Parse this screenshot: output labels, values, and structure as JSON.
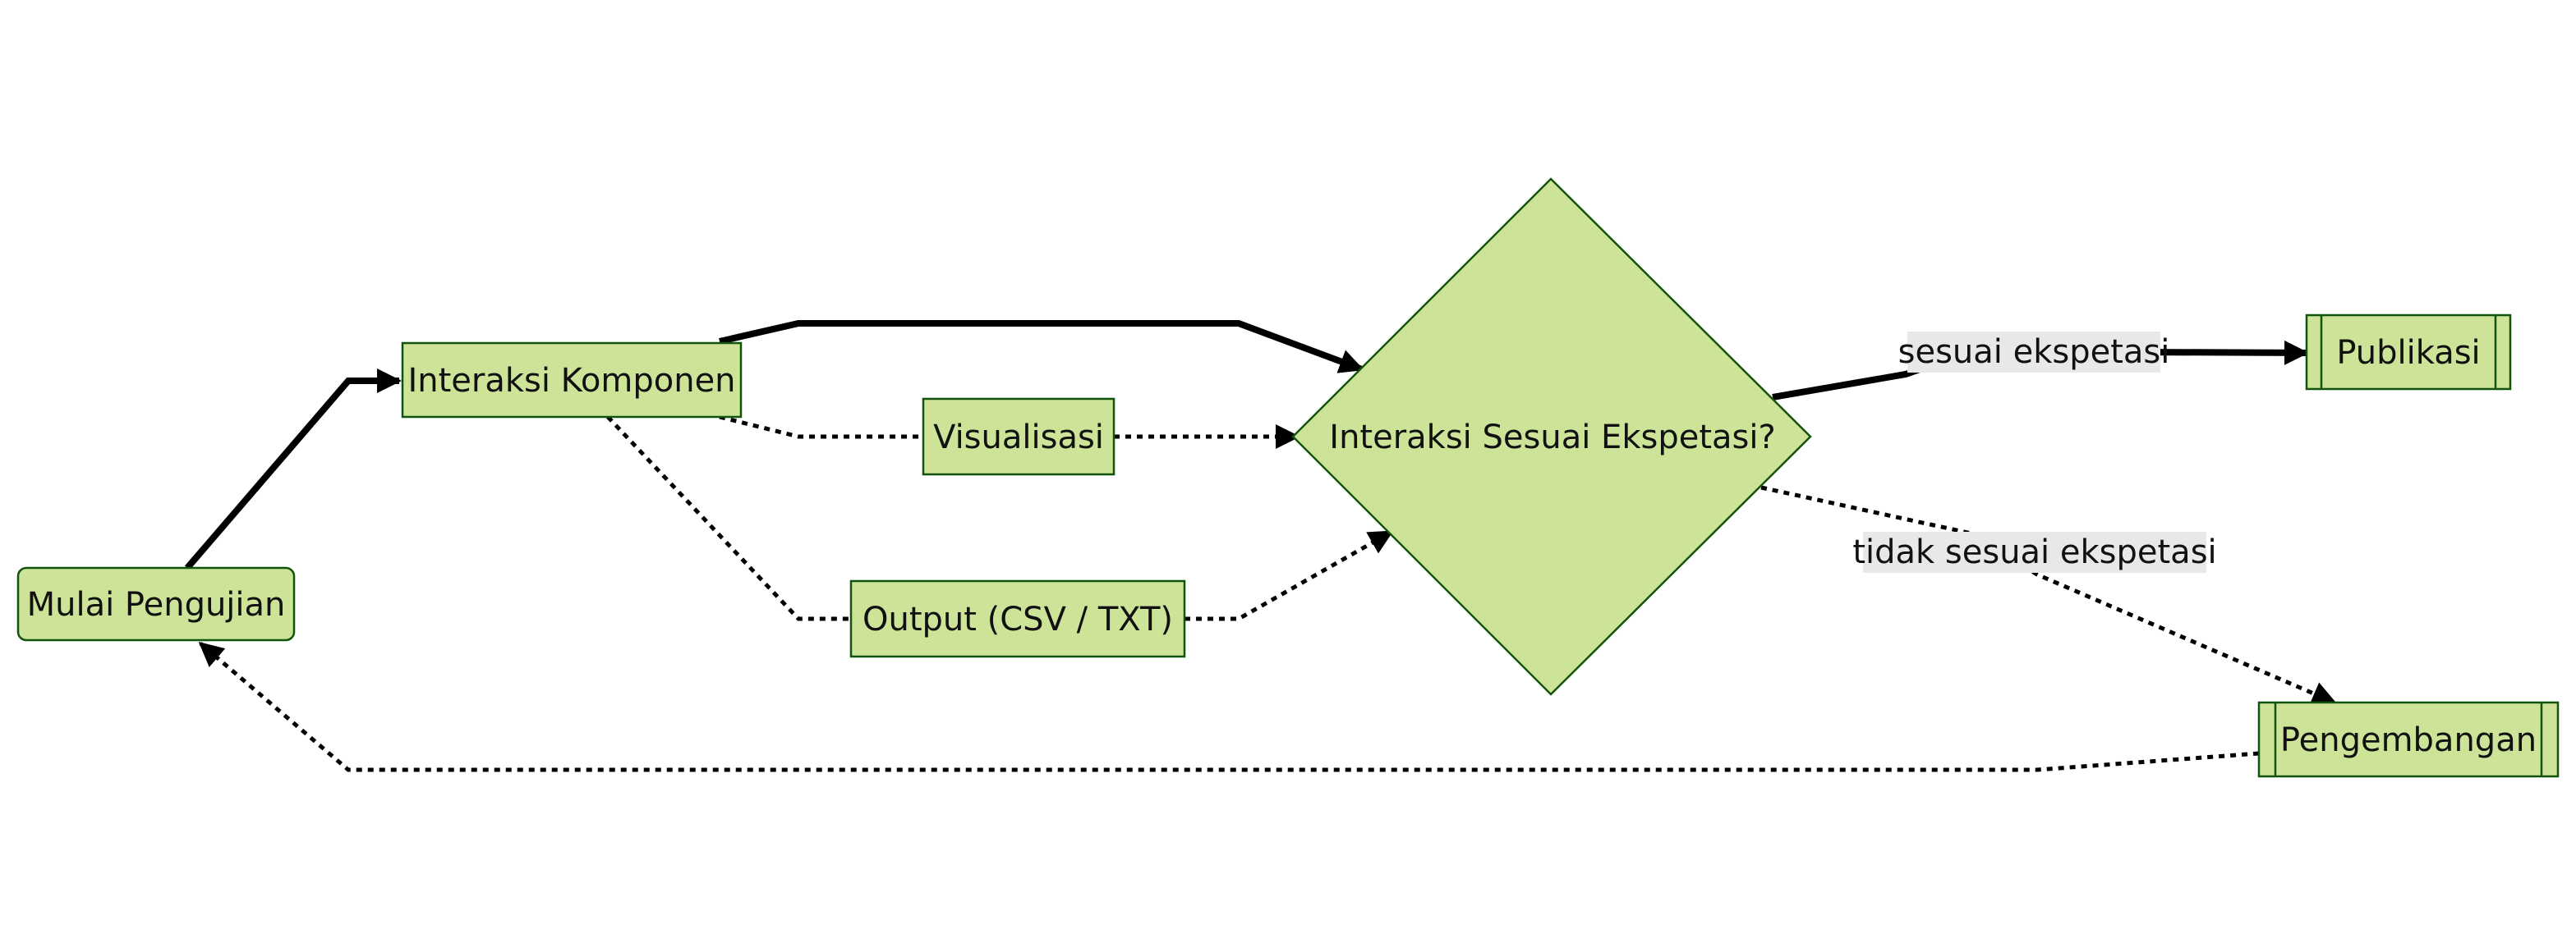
{
  "colors": {
    "node_fill": "#cde498",
    "node_stroke": "#13540c",
    "edge": "#000000",
    "label_background": "#e8e8e8",
    "background": "#ffffff"
  },
  "nodes": {
    "mulai": {
      "label": "Mulai Pengujian",
      "shape": "rounded-rectangle"
    },
    "interaksi_komponen": {
      "label": "Interaksi Komponen",
      "shape": "rectangle"
    },
    "visualisasi": {
      "label": "Visualisasi",
      "shape": "rectangle"
    },
    "output": {
      "label": "Output (CSV / TXT)",
      "shape": "rectangle"
    },
    "keputusan": {
      "label": "Interaksi Sesuai Ekspetasi?",
      "shape": "diamond"
    },
    "publikasi": {
      "label": "Publikasi",
      "shape": "subroutine"
    },
    "pengembangan": {
      "label": "Pengembangan",
      "shape": "subroutine"
    }
  },
  "edges": [
    {
      "from": "mulai",
      "to": "interaksi_komponen",
      "style": "solid",
      "label": ""
    },
    {
      "from": "interaksi_komponen",
      "to": "keputusan",
      "style": "solid",
      "label": ""
    },
    {
      "from": "interaksi_komponen",
      "to": "visualisasi",
      "style": "dotted",
      "label": ""
    },
    {
      "from": "interaksi_komponen",
      "to": "output",
      "style": "dotted",
      "label": ""
    },
    {
      "from": "visualisasi",
      "to": "keputusan",
      "style": "dotted",
      "label": ""
    },
    {
      "from": "output",
      "to": "keputusan",
      "style": "dotted",
      "label": ""
    },
    {
      "from": "keputusan",
      "to": "publikasi",
      "style": "solid",
      "label": "sesuai ekspetasi"
    },
    {
      "from": "keputusan",
      "to": "pengembangan",
      "style": "dotted",
      "label": "tidak sesuai ekspetasi"
    },
    {
      "from": "pengembangan",
      "to": "mulai",
      "style": "dotted",
      "label": ""
    }
  ]
}
